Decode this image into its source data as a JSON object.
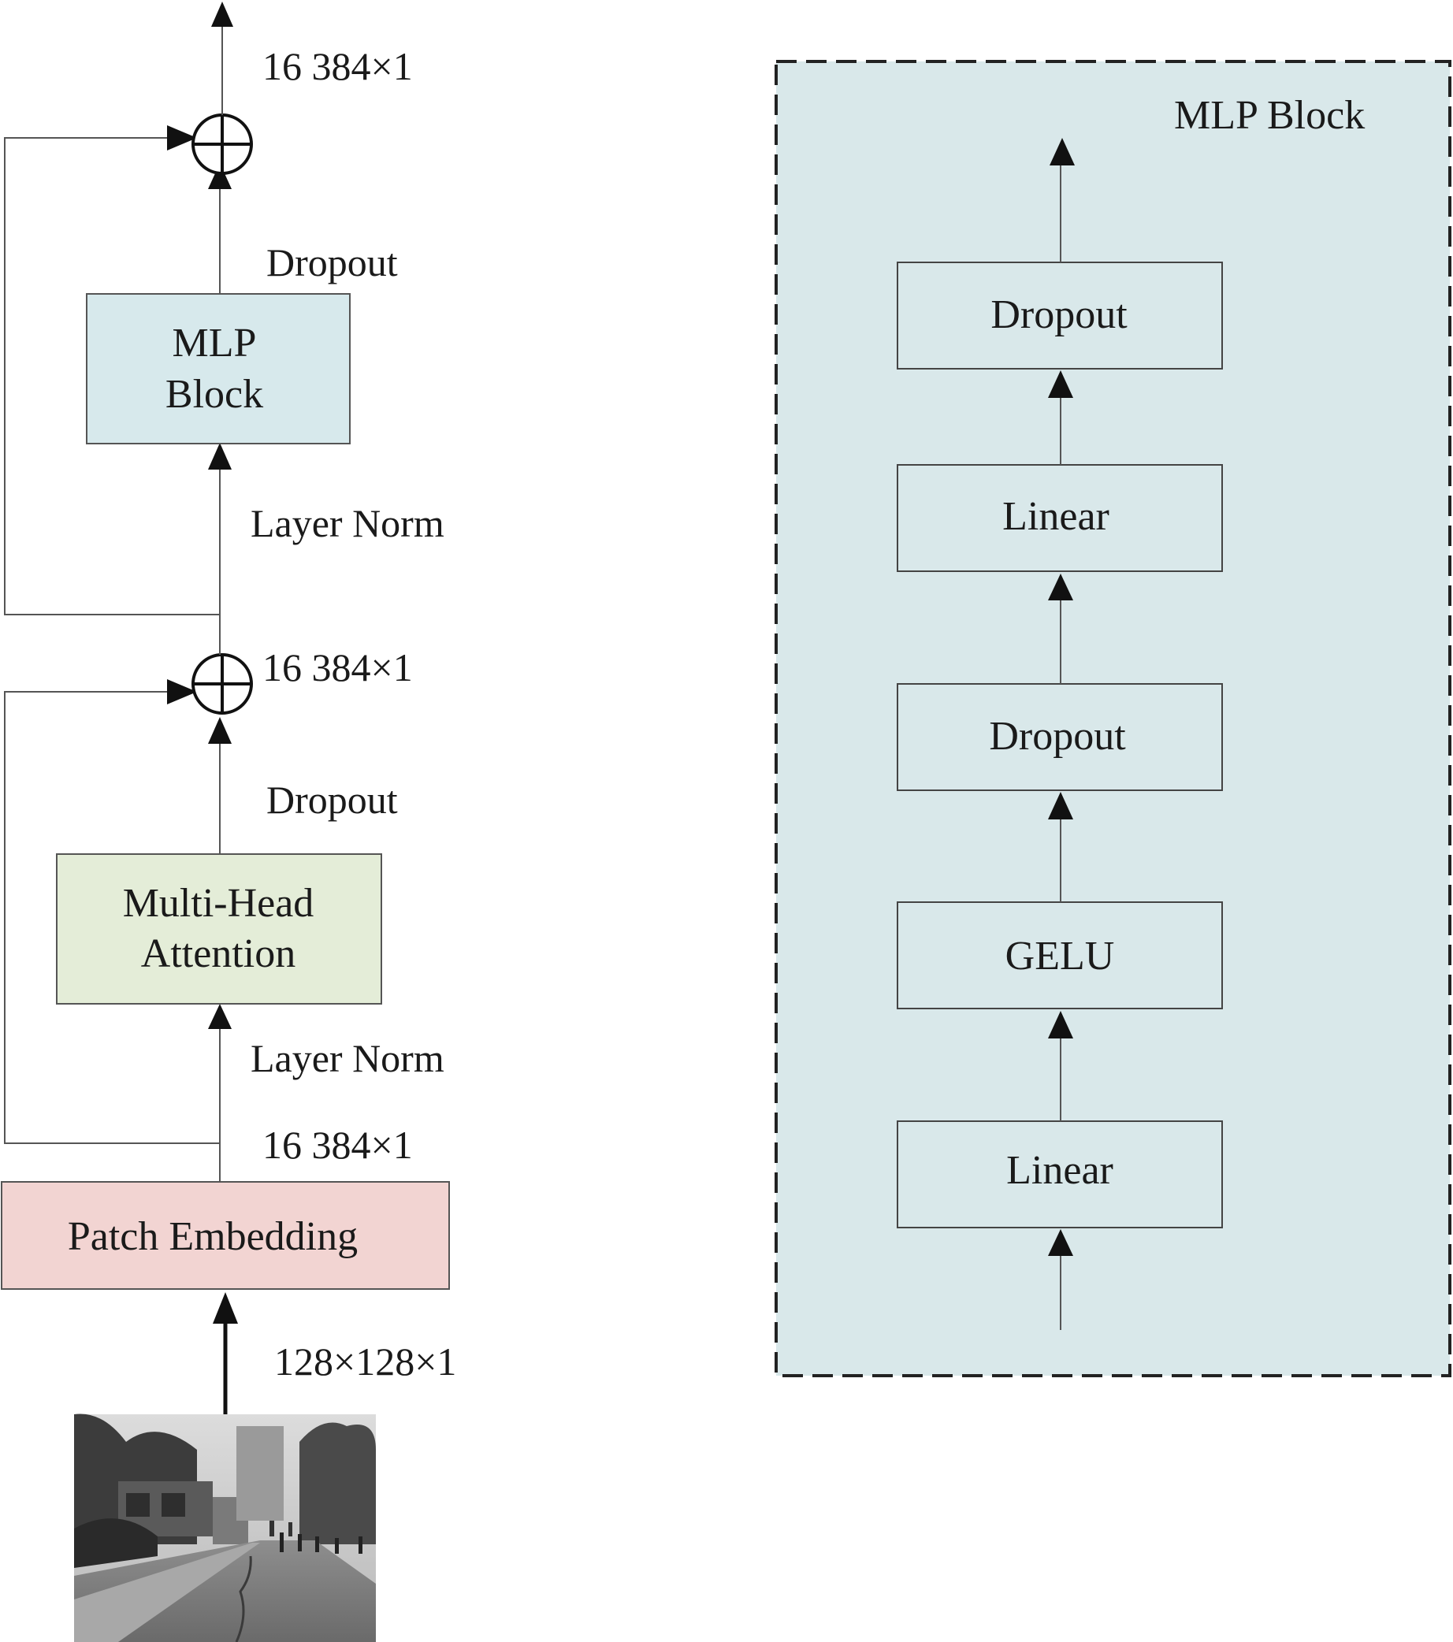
{
  "encoder": {
    "blocks": {
      "patch_embedding": "Patch Embedding",
      "mha_line1": "Multi-Head",
      "mha_line2": "Attention",
      "mlp_line1": "MLP",
      "mlp_line2": "Block"
    },
    "labels": {
      "input_dim": "128×128×1",
      "embed_dim": "16 384×1",
      "layer_norm_1": "Layer Norm",
      "dropout_1": "Dropout",
      "residual_dim_1": "16 384×1",
      "layer_norm_2": "Layer Norm",
      "dropout_2": "Dropout",
      "output_dim": "16 384×1"
    }
  },
  "mlp_block": {
    "title": "MLP Block",
    "layers": [
      "Linear",
      "GELU",
      "Dropout",
      "Linear",
      "Dropout"
    ]
  },
  "colors": {
    "patch_embedding_fill": "#f2d4d2",
    "attention_fill": "#e4edd8",
    "mlp_fill": "#d7e9ec",
    "mlp_panel_fill": "#d9e8ea",
    "line": "#555555"
  }
}
